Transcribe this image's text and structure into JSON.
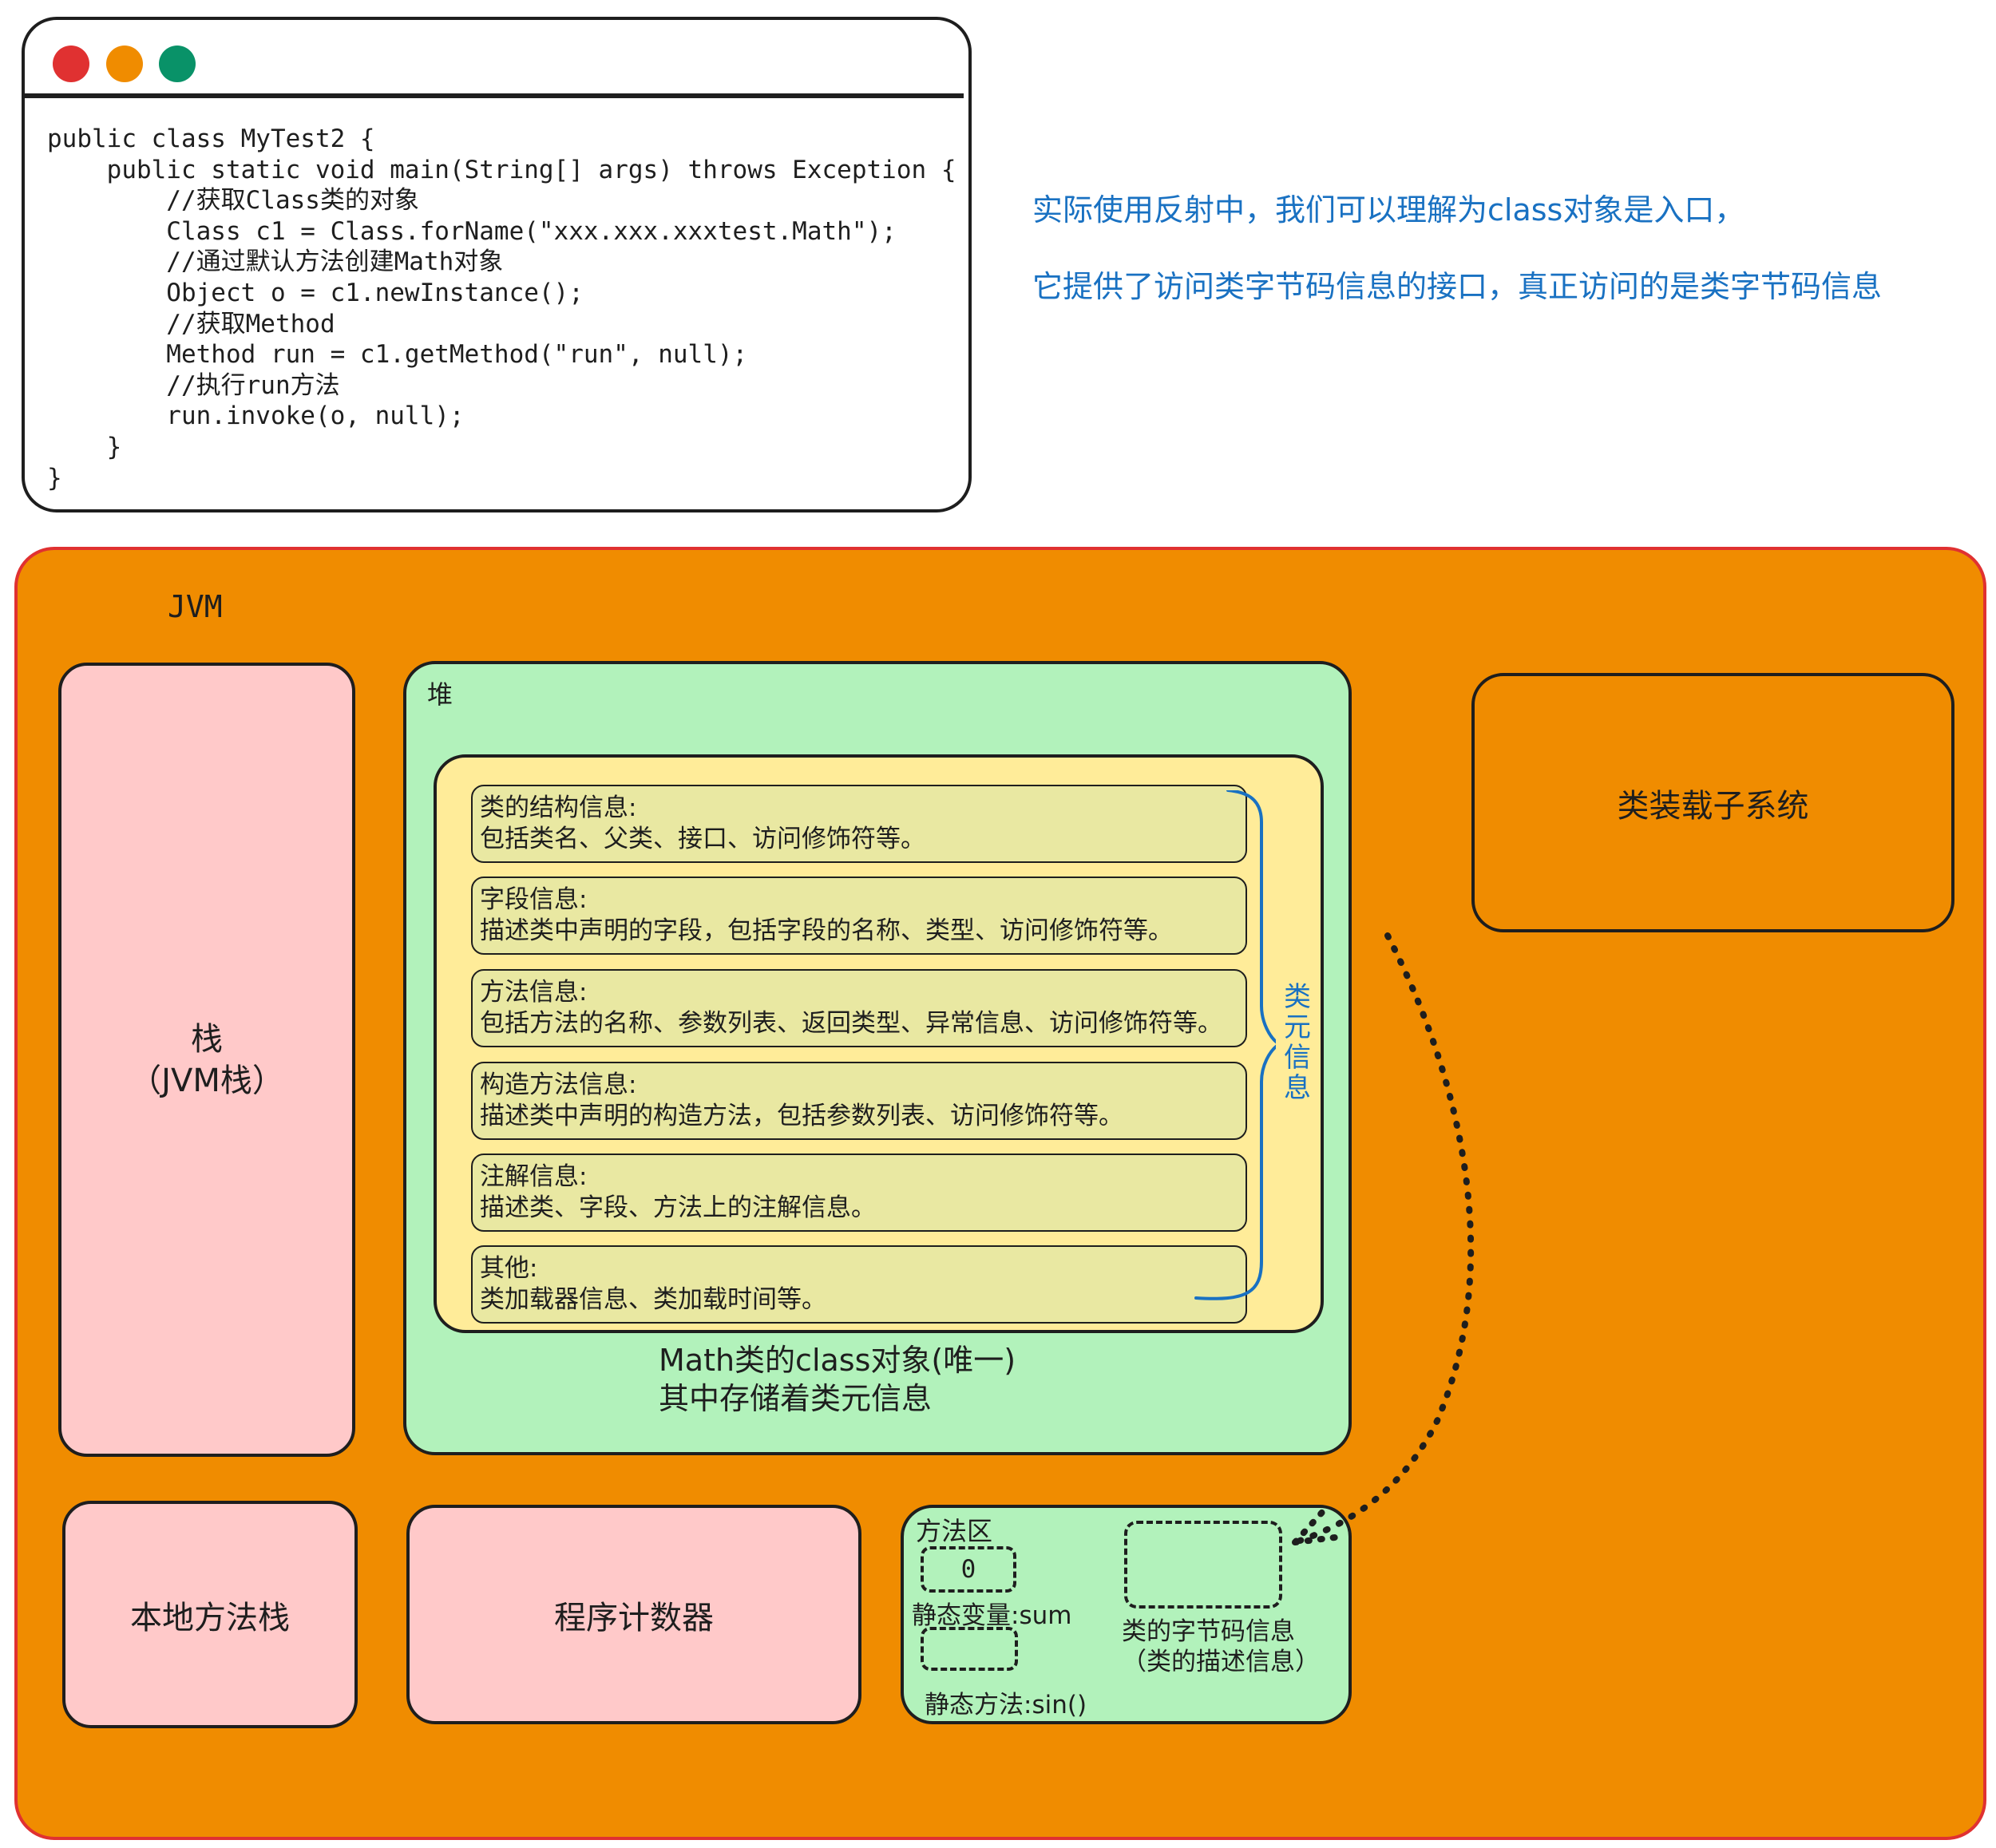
{
  "code_window": {
    "code_lines": [
      "public class MyTest2 {",
      "    public static void main(String[] args) throws Exception {",
      "        //获取Class类的对象",
      "        Class c1 = Class.forName(\"xxx.xxx.xxxtest.Math\");",
      "        //通过默认方法创建Math对象",
      "        Object o = c1.newInstance();",
      "        //获取Method",
      "        Method run = c1.getMethod(\"run\", null);",
      "        //执行run方法",
      "        run.invoke(o, null);",
      "    }",
      "}"
    ]
  },
  "notes": {
    "line1": "实际使用反射中，我们可以理解为class对象是入口，",
    "line2": "它提供了访问类字节码信息的接口，真正访问的是类字节码信息"
  },
  "jvm": {
    "label": "JVM",
    "stack": {
      "line1": "栈",
      "line2": "（JVM栈）"
    },
    "native_stack": "本地方法栈",
    "program_counter": "程序计数器",
    "class_loader": "类装载子系统",
    "heap": {
      "label": "堆",
      "info_cards": [
        {
          "title": "类的结构信息:",
          "body": "包括类名、父类、接口、访问修饰符等。"
        },
        {
          "title": "字段信息:",
          "body": "描述类中声明的字段，包括字段的名称、类型、访问修饰符等。"
        },
        {
          "title": "方法信息:",
          "body": "包括方法的名称、参数列表、返回类型、异常信息、访问修饰符等。"
        },
        {
          "title": "构造方法信息:",
          "body": "描述类中声明的构造方法，包括参数列表、访问修饰符等。"
        },
        {
          "title": "注解信息:",
          "body": "描述类、字段、方法上的注解信息。"
        },
        {
          "title": "其他:",
          "body": "类加载器信息、类加载时间等。"
        }
      ],
      "meta_label": "类元信息",
      "class_object_label": {
        "line1": "Math类的class对象(唯一)",
        "line2": "其中存储着类元信息"
      }
    },
    "method_area": {
      "label": "方法区",
      "static_var_value": "0",
      "static_var_label": "静态变量:sum",
      "static_method_label": "静态方法:sin()",
      "bytecode_label": {
        "line1": "类的字节码信息",
        "line2": "（类的描述信息）"
      }
    }
  },
  "colors": {
    "jvm_fill": "#f08c00",
    "jvm_border": "#e03131",
    "pink_region": "#ffc9c9",
    "green_region": "#b2f2bb",
    "class_object_fill": "#ffec99",
    "info_card_fill": "#e9e8a2",
    "note_text": "#1971c2"
  }
}
